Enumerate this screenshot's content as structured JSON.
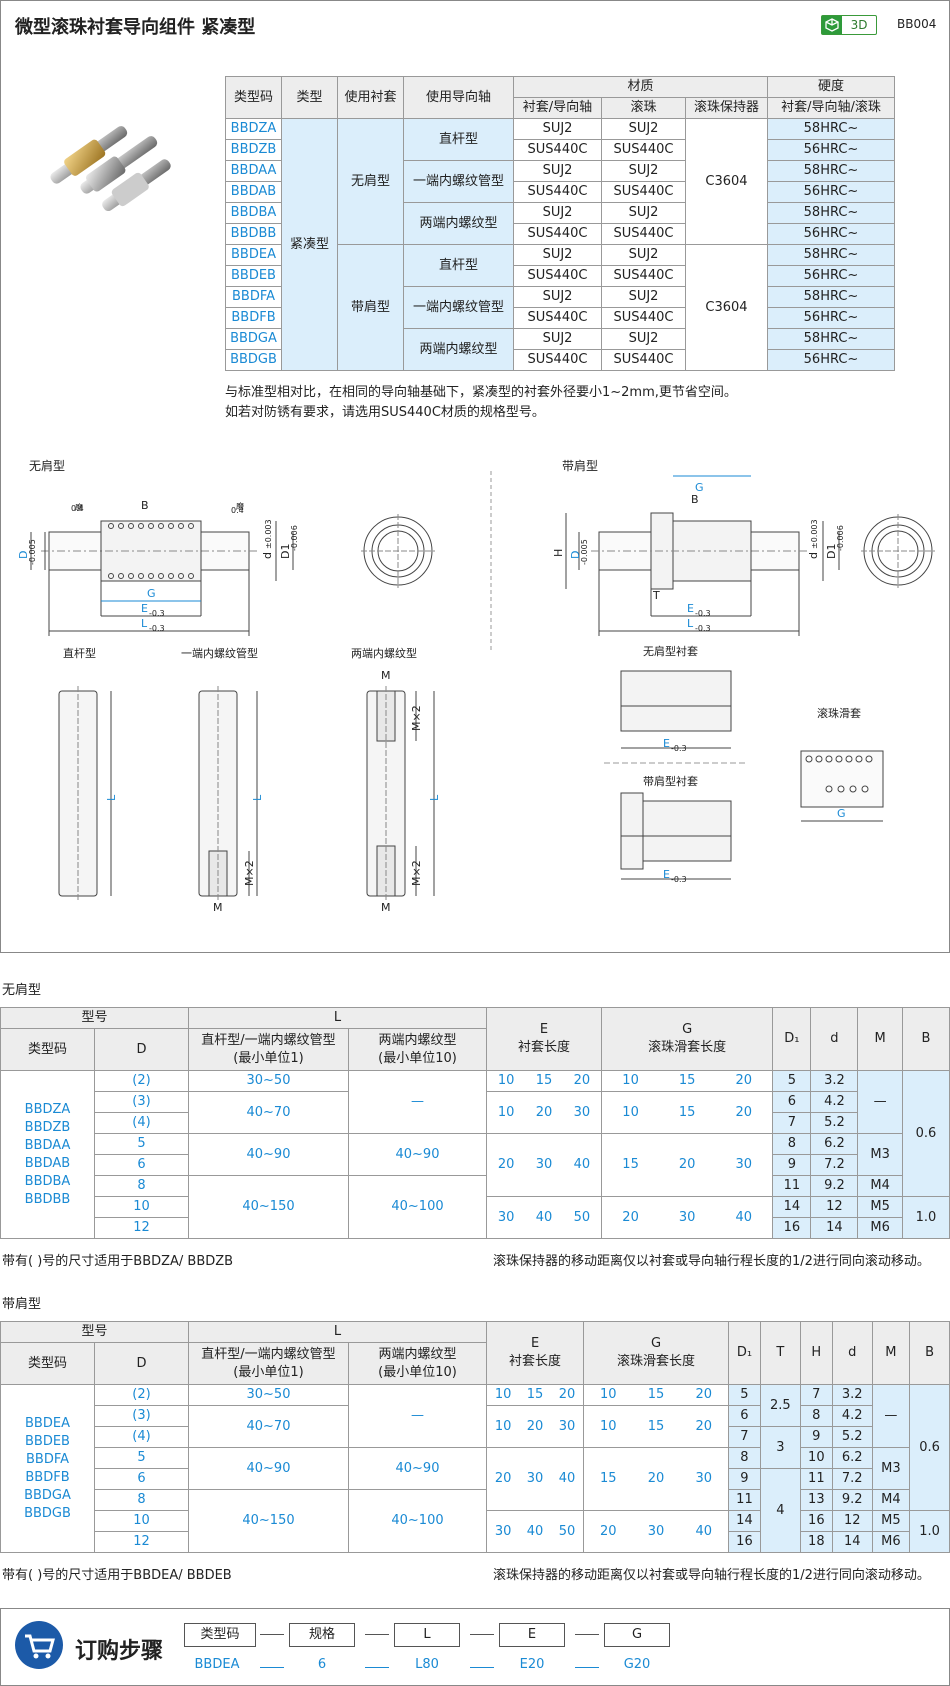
{
  "header": {
    "title": "微型滚珠衬套导向组件  紧凑型",
    "badge": "3D",
    "code": "BB004"
  },
  "material_table": {
    "headers": {
      "code": "类型码",
      "type": "类型",
      "bushing": "使用衬套",
      "shaft": "使用导向轴",
      "material": "材质",
      "mat_sub": [
        "衬套/导向轴",
        "滚珠",
        "滚珠保持器"
      ],
      "hardness": "硬度",
      "hard_sub": "衬套/导向轴/滚珠"
    },
    "type_value": "紧凑型",
    "groups": [
      {
        "bushing": "无肩型",
        "retainer": "C3604",
        "shafts": [
          {
            "name": "直杆型",
            "rows": [
              {
                "code": "BBDZA",
                "m1": "SUJ2",
                "m2": "SUJ2",
                "h": "58HRC~"
              },
              {
                "code": "BBDZB",
                "m1": "SUS440C",
                "m2": "SUS440C",
                "h": "56HRC~"
              }
            ]
          },
          {
            "name": "一端内螺纹管型",
            "rows": [
              {
                "code": "BBDAA",
                "m1": "SUJ2",
                "m2": "SUJ2",
                "h": "58HRC~"
              },
              {
                "code": "BBDAB",
                "m1": "SUS440C",
                "m2": "SUS440C",
                "h": "56HRC~"
              }
            ]
          },
          {
            "name": "两端内螺纹型",
            "rows": [
              {
                "code": "BBDBA",
                "m1": "SUJ2",
                "m2": "SUJ2",
                "h": "58HRC~"
              },
              {
                "code": "BBDBB",
                "m1": "SUS440C",
                "m2": "SUS440C",
                "h": "56HRC~"
              }
            ]
          }
        ]
      },
      {
        "bushing": "带肩型",
        "retainer": "C3604",
        "shafts": [
          {
            "name": "直杆型",
            "rows": [
              {
                "code": "BBDEA",
                "m1": "SUJ2",
                "m2": "SUJ2",
                "h": "58HRC~"
              },
              {
                "code": "BBDEB",
                "m1": "SUS440C",
                "m2": "SUS440C",
                "h": "56HRC~"
              }
            ]
          },
          {
            "name": "一端内螺纹管型",
            "rows": [
              {
                "code": "BBDFA",
                "m1": "SUJ2",
                "m2": "SUJ2",
                "h": "58HRC~"
              },
              {
                "code": "BBDFB",
                "m1": "SUS440C",
                "m2": "SUS440C",
                "h": "56HRC~"
              }
            ]
          },
          {
            "name": "两端内螺纹型",
            "rows": [
              {
                "code": "BBDGA",
                "m1": "SUJ2",
                "m2": "SUJ2",
                "h": "58HRC~"
              },
              {
                "code": "BBDGB",
                "m1": "SUS440C",
                "m2": "SUS440C",
                "h": "56HRC~"
              }
            ]
          }
        ]
      }
    ]
  },
  "notes": [
    "与标准型相对比，在相同的导向轴基础下，紧凑型的衬套外径要小1~2mm,更节省空间。",
    "如若对防锈有要求，请选用SUS440C材质的规格型号。"
  ],
  "drawings": {
    "left_title": "无肩型",
    "right_title": "带肩型",
    "shaft_straight": "直杆型",
    "shaft_one_end": "一端内螺纹管型",
    "shaft_both_ends": "两端内螺纹型",
    "bushing_no_shoulder": "无肩型衬套",
    "bushing_shoulder": "带肩型衬套",
    "ball_cage": "滚珠滑套",
    "grind": "磨",
    "tol_04": "0.4",
    "dims": {
      "B": "B",
      "G": "G",
      "E": "E",
      "L": "L",
      "D": "D",
      "d": "d",
      "D1": "D1",
      "H": "H",
      "T": "T",
      "M": "M",
      "MX2": "M×2",
      "tol_E": "-0.3",
      "tol_L": "-0.3",
      "tol_D": "-0.005",
      "tol_d": "±0.003",
      "tol_D1": "-0.006",
      "zero": "0"
    }
  },
  "table1": {
    "section": "无肩型",
    "h_model": "型号",
    "h_code": "类型码",
    "h_D": "D",
    "h_L": "L",
    "h_L1": "直杆型/一端内螺纹管型\n(最小单位1)",
    "h_L2": "两端内螺纹型\n(最小单位10)",
    "h_E": "E\n衬套长度",
    "h_G": "G\n滚珠滑套长度",
    "h_D1": "D₁",
    "h_d": "d",
    "h_M": "M",
    "h_B": "B",
    "codes": "BBDZA\nBBDZB\nBBDAA\nBBDAB\nBBDBA\nBBDBB",
    "D": [
      "(2)",
      "(3)",
      "(4)",
      "5",
      "6",
      "8",
      "10",
      "12"
    ],
    "L1": [
      "30~50",
      "40~70",
      "40~90",
      "40~150"
    ],
    "L2": [
      "—",
      "40~90",
      "40~100"
    ],
    "E": [
      [
        "10",
        "15",
        "20"
      ],
      [
        "10",
        "20",
        "30"
      ],
      [
        "20",
        "30",
        "40"
      ],
      [
        "30",
        "40",
        "50"
      ]
    ],
    "G": [
      [
        "10",
        "15",
        "20"
      ],
      [
        "10",
        "15",
        "20"
      ],
      [
        "15",
        "20",
        "30"
      ],
      [
        "20",
        "30",
        "40"
      ]
    ],
    "D1": [
      "5",
      "6",
      "7",
      "8",
      "9",
      "11",
      "14",
      "16"
    ],
    "d": [
      "3.2",
      "4.2",
      "5.2",
      "6.2",
      "7.2",
      "9.2",
      "12",
      "14"
    ],
    "M": [
      "—",
      "M3",
      "M4",
      "M5",
      "M6"
    ],
    "B": [
      "0.6",
      "1.0"
    ],
    "foot_left": "带有(  )号的尺寸适用于BBDZA/ BBDZB",
    "foot_right": "滚珠保持器的移动距离仅以衬套或导向轴行程长度的1/2进行同向滚动移动。"
  },
  "table2": {
    "section": "带肩型",
    "h_T": "T",
    "h_H": "H",
    "codes": "BBDEA\nBBDEB\nBBDFA\nBBDFB\nBBDGA\nBBDGB",
    "T": [
      "2.5",
      "3",
      "4"
    ],
    "H": [
      "7",
      "8",
      "9",
      "10",
      "11",
      "13",
      "16",
      "18"
    ],
    "foot_left": "带有(  )号的尺寸适用于BBDEA/ BBDEB",
    "foot_right": "滚珠保持器的移动距离仅以衬套或导向轴行程长度的1/2进行同向滚动移动。"
  },
  "order": {
    "title": "订购步骤",
    "boxes": [
      "类型码",
      "规格",
      "L",
      "E",
      "G"
    ],
    "values": [
      "BBDEA",
      "6",
      "L80",
      "E20",
      "G20"
    ]
  }
}
